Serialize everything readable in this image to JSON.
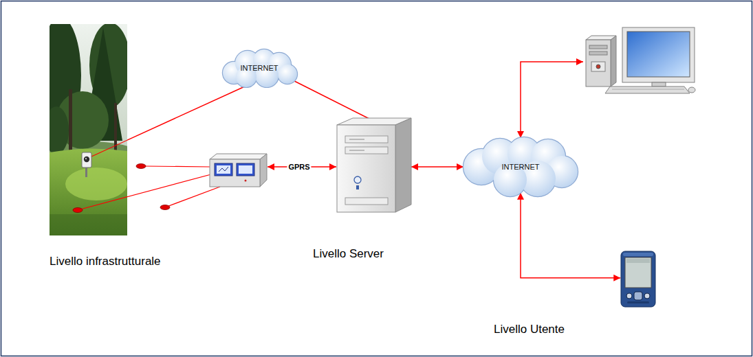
{
  "diagram": {
    "nodes": [
      {
        "text": [
          "Livello infrastrutturale"
        ]
      },
      {
        "text": [
          "INTERNET"
        ]
      },
      {
        "text": [
          "Livello Server"
        ]
      },
      {
        "text": [
          "INTERNET"
        ]
      },
      {
        "text": [
          "Livello Utente"
        ]
      }
    ],
    "edges": [
      {
        "from": 0,
        "to": 1,
        "arrow": "none"
      },
      {
        "from": 1,
        "to": 2,
        "arrow": "none"
      },
      {
        "from": 2,
        "to": 3,
        "arrow": "both"
      },
      {
        "from": 3,
        "to": 4,
        "arrow": "both"
      }
    ],
    "labels": [
      "GPRS"
    ]
  }
}
